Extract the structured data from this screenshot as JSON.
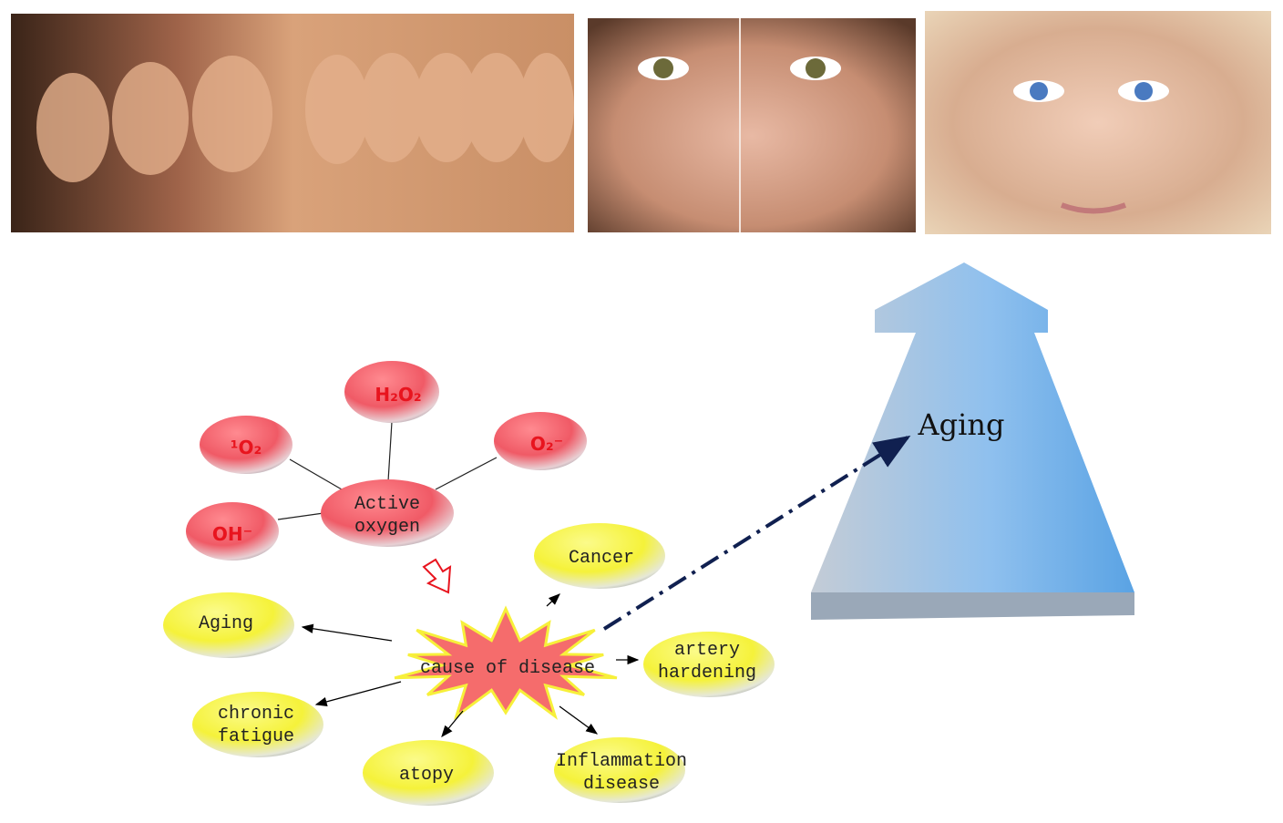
{
  "photos": [
    {
      "name": "aging-progression-profiles"
    },
    {
      "name": "young-face-closeup"
    },
    {
      "name": "woman-face-half-aged"
    }
  ],
  "big_arrow": {
    "label": "Aging"
  },
  "active_oxygen": {
    "center": "Active oxygen",
    "center_lines": [
      "Active",
      "oxygen"
    ],
    "species": {
      "h2o2": "H₂O₂",
      "singlet": "¹O₂",
      "superoxide": "O₂⁻",
      "hydroxyl": "OH⁻"
    }
  },
  "cause": "cause of disease",
  "diseases": {
    "cancer": [
      "Cancer"
    ],
    "aging": [
      "Aging"
    ],
    "artery": [
      "artery",
      "hardening"
    ],
    "fatigue": [
      "chronic",
      "fatigue"
    ],
    "atopy": [
      "atopy"
    ],
    "inflammation": [
      "Inflammation",
      "disease"
    ]
  },
  "colors": {
    "red": "#f05a66",
    "yellow": "#f5f23a",
    "arrow_blue": "#5da7e6",
    "dash": "#102050",
    "species_text": "#e8141e"
  }
}
